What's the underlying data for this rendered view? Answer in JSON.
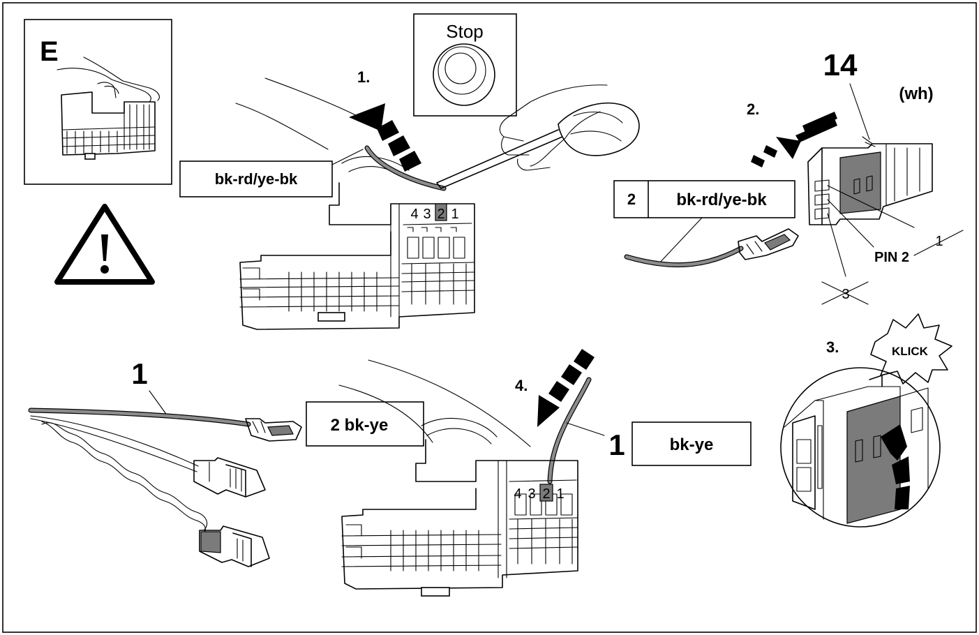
{
  "labels": {
    "inset_letter": "E",
    "stop_text": "Stop",
    "step1": "1.",
    "step2": "2.",
    "step3": "3.",
    "step4": "4.",
    "part14": "14",
    "part14_color": "(wh)",
    "part1_top": "1",
    "part1_bottom": "1",
    "pin2": "PIN 2",
    "pin1_crossed": "1",
    "pin3_crossed": "3",
    "klick": "KLICK"
  },
  "callouts": {
    "wire_top": "bk-rd/ye-bk",
    "wire_right_number": "2",
    "wire_right": "bk-rd/ye-bk",
    "wire_bottom_left": "2  bk-ye",
    "wire_bottom_right": "bk-ye"
  },
  "pin_numbers": [
    "4",
    "3",
    "2",
    "1"
  ],
  "colors": {
    "line": "#000000",
    "highlight_pin": "#7b7b7b",
    "wire_fill": "#8c8c8c",
    "background": "#ffffff"
  },
  "icons": {
    "warning": "warning-triangle-icon",
    "stop": "stop-button-icon"
  }
}
